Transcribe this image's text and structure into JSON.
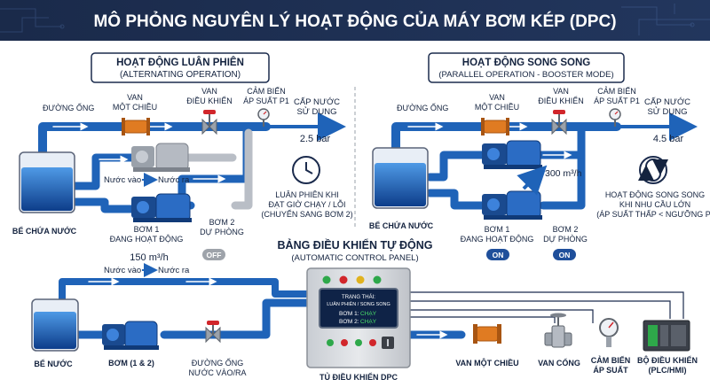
{
  "title": "MÔ PHỎNG NGUYÊN LÝ HOẠT ĐỘNG CỦA MÁY BƠM KÉP (DPC)",
  "colors": {
    "header_bg": "#1b2b4d",
    "pipe": "#1f63b8",
    "pipe_light": "#4a90e2",
    "idle_pipe": "#b9bec6",
    "valve_orange": "#e07b22",
    "panel": "#d6d9de",
    "badge_on": "#1f4f9b",
    "badge_off": "#9ea3aa"
  },
  "left": {
    "heading": "HOẠT ĐỘNG LUÂN PHIÊN",
    "subheading": "(ALTERNATING OPERATION)",
    "pipe": "ĐƯỜNG ỐNG",
    "check_valve": [
      "VAN",
      "MỘT CHIỀU"
    ],
    "control_valve": [
      "VAN",
      "ĐIỀU KHIỂN"
    ],
    "sensor": [
      "CẢM BIẾN",
      "ÁP SUẤT P1"
    ],
    "supply": [
      "CẤP NƯỚC",
      "SỬ DỤNG"
    ],
    "pressure": "2.5 bar",
    "inflow_label": "Nước vào",
    "outflow_label": "Nước ra",
    "tank": "BỂ CHỨA NƯỚC",
    "pump1": [
      "BƠM 1",
      "ĐANG HOẠT ĐỘNG"
    ],
    "pump2": [
      "BƠM 2",
      "DỰ PHÒNG"
    ],
    "flow": "150 m³/h",
    "pump2_state": "OFF",
    "note": [
      "LUÂN PHIÊN KHI",
      "ĐẠT GIỜ CHẠY / LỖI",
      "(CHUYỂN SANG BƠM 2)"
    ]
  },
  "right": {
    "heading": "HOẠT ĐỘNG SONG SONG",
    "subheading": "(PARALLEL OPERATION - BOOSTER MODE)",
    "pipe": "ĐƯỜNG ỐNG",
    "check_valve": [
      "VAN",
      "MỘT CHIỀU"
    ],
    "control_valve": [
      "VAN",
      "ĐIỀU KHIỂN"
    ],
    "sensor": [
      "CẢM BIẾN",
      "ÁP SUẤT P1"
    ],
    "supply": [
      "CẤP NƯỚC",
      "SỬ DỤNG"
    ],
    "pressure": "4.5 bar",
    "flow": "300 m³/h",
    "tank": "BỂ CHỨA NƯỚC",
    "pump1": [
      "BƠM 1",
      "ĐANG HOẠT ĐỘNG"
    ],
    "pump2": [
      "BƠM 2",
      "DỰ PHÒNG"
    ],
    "pump1_state": "ON",
    "pump2_state": "ON",
    "note": [
      "HOẠT ĐỘNG SONG SONG",
      "KHI NHU CẦU LỚN",
      "(ÁP SUẤT THẤP < NGƯỠNG P)"
    ]
  },
  "panel": {
    "title": "BẢNG ĐIỀU KHIỂN TỰ ĐỘNG",
    "subtitle": "(AUTOMATIC CONTROL PANEL)",
    "screen_status": "TRẠNG THÁI:",
    "screen_mode": "LUÂN PHIÊN / SONG SONG",
    "screen_p1_label": "BƠM 1:",
    "screen_p1_value": "CHẠY",
    "screen_p2_label": "BƠM 2:",
    "screen_p2_value": "CHẠY",
    "cabinet": "TỦ ĐIỀU KHIỂN DPC"
  },
  "bottom": {
    "inflow_label": "Nước vào",
    "outflow_label": "Nước ra",
    "tank": "BỂ NƯỚC",
    "pumps": "BƠM (1 & 2)",
    "pipe_io": [
      "ĐƯỜNG ỐNG",
      "NƯỚC VÀO/RA"
    ],
    "legend": {
      "check_valve": "VAN MỘT CHIỀU",
      "gate_valve": "VAN CỔNG",
      "sensor": [
        "CẢM BIẾN",
        "ÁP SUẤT"
      ],
      "controller": [
        "BỘ ĐIỀU KHIỂN",
        "(PLC/HMI)"
      ]
    }
  }
}
